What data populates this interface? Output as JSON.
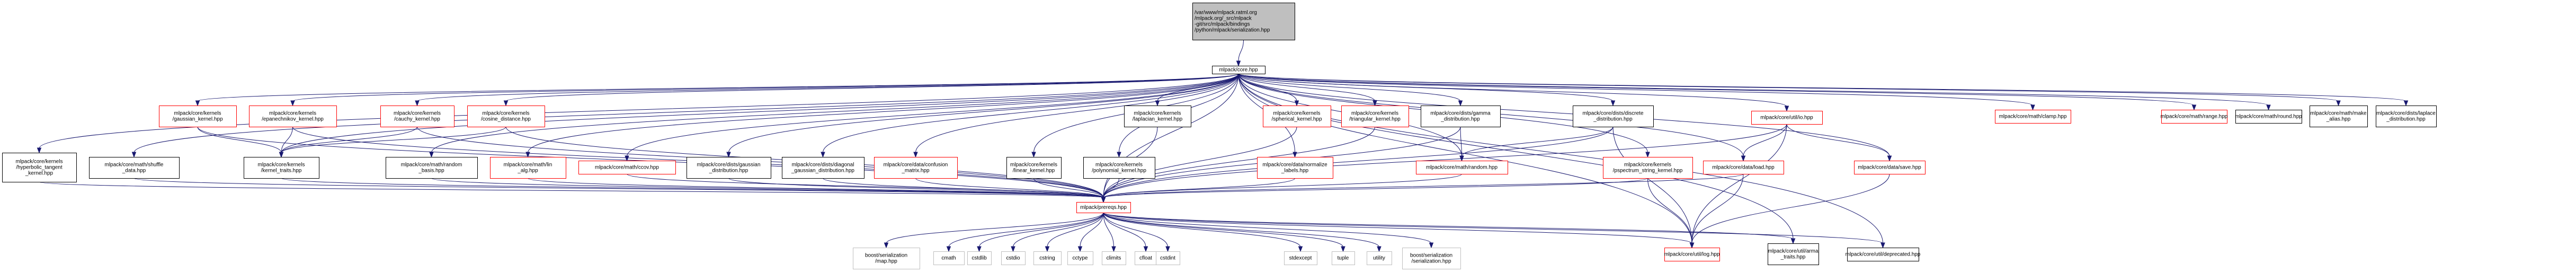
{
  "title": "Include dependency graph for serialization.hpp",
  "colors": {
    "edge": "#191970",
    "root_fill": "#bfbfbf",
    "node_border_normal": "#000000",
    "node_border_truncated": "#ff0000",
    "node_border_external": "#bfbfbf",
    "node_fill": "#ffffff"
  },
  "legend_styles": {
    "root": "root file (gray fill)",
    "normal": "documented header (black border)",
    "truncated": "header with hidden dependencies (red border)",
    "external": "external / system header (gray border)"
  },
  "nodes": [
    {
      "id": "root",
      "style": "root",
      "lines": [
        "/var/www/mlpack.ratml.org",
        "/mlpack.org/_src/mlpack",
        "-git/src/mlpack/bindings",
        "/python/mlpack/serialization.hpp"
      ]
    },
    {
      "id": "core",
      "style": "normal",
      "lines": [
        "mlpack/core.hpp"
      ]
    },
    {
      "id": "gaussian_kernel",
      "style": "truncated",
      "lines": [
        "mlpack/core/kernels",
        "/gaussian_kernel.hpp"
      ]
    },
    {
      "id": "epanechnikov_kernel",
      "style": "truncated",
      "lines": [
        "mlpack/core/kernels",
        "/epanechnikov_kernel.hpp"
      ]
    },
    {
      "id": "cauchy_kernel",
      "style": "truncated",
      "lines": [
        "mlpack/core/kernels",
        "/cauchy_kernel.hpp"
      ]
    },
    {
      "id": "cosine_distance",
      "style": "truncated",
      "lines": [
        "mlpack/core/kernels",
        "/cosine_distance.hpp"
      ]
    },
    {
      "id": "laplacian_kernel",
      "style": "normal",
      "lines": [
        "mlpack/core/kernels",
        "/laplacian_kernel.hpp"
      ]
    },
    {
      "id": "spherical_kernel",
      "style": "truncated",
      "lines": [
        "mlpack/core/kernels",
        "/spherical_kernel.hpp"
      ]
    },
    {
      "id": "triangular_kernel",
      "style": "truncated",
      "lines": [
        "mlpack/core/kernels",
        "/triangular_kernel.hpp"
      ]
    },
    {
      "id": "gamma_distribution",
      "style": "normal",
      "lines": [
        "mlpack/core/dists/gamma",
        "_distribution.hpp"
      ]
    },
    {
      "id": "discrete_distribution",
      "style": "normal",
      "lines": [
        "mlpack/core/dists/discrete",
        "_distribution.hpp"
      ]
    },
    {
      "id": "io",
      "style": "truncated",
      "lines": [
        "mlpack/core/util/io.hpp"
      ]
    },
    {
      "id": "clamp",
      "style": "truncated",
      "lines": [
        "mlpack/core/math/clamp.hpp"
      ]
    },
    {
      "id": "range",
      "style": "truncated",
      "lines": [
        "mlpack/core/math/range.hpp"
      ]
    },
    {
      "id": "round",
      "style": "normal",
      "lines": [
        "mlpack/core/math/round.hpp"
      ]
    },
    {
      "id": "make_alias",
      "style": "normal",
      "lines": [
        "mlpack/core/math/make",
        "_alias.hpp"
      ]
    },
    {
      "id": "laplace_distribution",
      "style": "normal",
      "lines": [
        "mlpack/core/dists/laplace",
        "_distribution.hpp"
      ]
    },
    {
      "id": "hyperbolic_tangent",
      "style": "normal",
      "lines": [
        "mlpack/core/kernels",
        "/hyperbolic_tangent",
        "_kernel.hpp"
      ]
    },
    {
      "id": "shuffle_data",
      "style": "normal",
      "lines": [
        "mlpack/core/math/shuffle",
        "_data.hpp"
      ]
    },
    {
      "id": "kernel_traits",
      "style": "normal",
      "lines": [
        "mlpack/core/kernels",
        "/kernel_traits.hpp"
      ]
    },
    {
      "id": "random_basis",
      "style": "normal",
      "lines": [
        "mlpack/core/math/random",
        "_basis.hpp"
      ]
    },
    {
      "id": "lin_alg",
      "style": "truncated",
      "lines": [
        "mlpack/core/math/lin",
        "_alg.hpp"
      ]
    },
    {
      "id": "ccov",
      "style": "truncated",
      "lines": [
        "mlpack/core/math/ccov.hpp"
      ]
    },
    {
      "id": "gaussian_distribution",
      "style": "normal",
      "lines": [
        "mlpack/core/dists/gaussian",
        "_distribution.hpp"
      ]
    },
    {
      "id": "diagonal_gaussian",
      "style": "normal",
      "lines": [
        "mlpack/core/dists/diagonal",
        "_gaussian_distribution.hpp"
      ]
    },
    {
      "id": "confusion_matrix",
      "style": "truncated",
      "lines": [
        "mlpack/core/data/confusion",
        "_matrix.hpp"
      ]
    },
    {
      "id": "linear_kernel",
      "style": "normal",
      "lines": [
        "mlpack/core/kernels",
        "/linear_kernel.hpp"
      ]
    },
    {
      "id": "polynomial_kernel",
      "style": "normal",
      "lines": [
        "mlpack/core/kernels",
        "/polynomial_kernel.hpp"
      ]
    },
    {
      "id": "normalize_labels",
      "style": "truncated",
      "lines": [
        "mlpack/core/data/normalize",
        "_labels.hpp"
      ]
    },
    {
      "id": "random",
      "style": "truncated",
      "lines": [
        "mlpack/core/math/random.hpp"
      ]
    },
    {
      "id": "pspectrum",
      "style": "truncated",
      "lines": [
        "mlpack/core/kernels",
        "/pspectrum_string_kernel.hpp"
      ]
    },
    {
      "id": "load",
      "style": "truncated",
      "lines": [
        "mlpack/core/data/load.hpp"
      ]
    },
    {
      "id": "save",
      "style": "truncated",
      "lines": [
        "mlpack/core/data/save.hpp"
      ]
    },
    {
      "id": "prereqs",
      "style": "truncated",
      "lines": [
        "mlpack/prereqs.hpp"
      ]
    },
    {
      "id": "boost_map",
      "style": "external",
      "lines": [
        "boost/serialization",
        "/map.hpp"
      ]
    },
    {
      "id": "cmath",
      "style": "external",
      "lines": [
        "cmath"
      ]
    },
    {
      "id": "cstdlib",
      "style": "external",
      "lines": [
        "cstdlib"
      ]
    },
    {
      "id": "cstdio",
      "style": "external",
      "lines": [
        "cstdio"
      ]
    },
    {
      "id": "cstring",
      "style": "external",
      "lines": [
        "cstring"
      ]
    },
    {
      "id": "cctype",
      "style": "external",
      "lines": [
        "cctype"
      ]
    },
    {
      "id": "climits",
      "style": "external",
      "lines": [
        "climits"
      ]
    },
    {
      "id": "cfloat",
      "style": "external",
      "lines": [
        "cfloat"
      ]
    },
    {
      "id": "cstdint",
      "style": "external",
      "lines": [
        "cstdint"
      ]
    },
    {
      "id": "stdexcept",
      "style": "external",
      "lines": [
        "stdexcept"
      ]
    },
    {
      "id": "tuple",
      "style": "external",
      "lines": [
        "tuple"
      ]
    },
    {
      "id": "utility",
      "style": "external",
      "lines": [
        "utility"
      ]
    },
    {
      "id": "boost_serialization",
      "style": "external",
      "lines": [
        "boost/serialization",
        "/serialization.hpp"
      ]
    },
    {
      "id": "log",
      "style": "truncated",
      "lines": [
        "mlpack/core/util/log.hpp"
      ]
    },
    {
      "id": "arma_traits",
      "style": "normal",
      "lines": [
        "mlpack/core/util/arma",
        "_traits.hpp"
      ]
    },
    {
      "id": "deprecated",
      "style": "normal",
      "lines": [
        "mlpack/core/util/deprecated.hpp"
      ]
    }
  ],
  "edges": [
    [
      "root",
      "core"
    ],
    [
      "core",
      "gaussian_kernel"
    ],
    [
      "core",
      "epanechnikov_kernel"
    ],
    [
      "core",
      "cauchy_kernel"
    ],
    [
      "core",
      "cosine_distance"
    ],
    [
      "core",
      "laplacian_kernel"
    ],
    [
      "core",
      "spherical_kernel"
    ],
    [
      "core",
      "triangular_kernel"
    ],
    [
      "core",
      "gamma_distribution"
    ],
    [
      "core",
      "discrete_distribution"
    ],
    [
      "core",
      "io"
    ],
    [
      "core",
      "clamp"
    ],
    [
      "core",
      "range"
    ],
    [
      "core",
      "round"
    ],
    [
      "core",
      "make_alias"
    ],
    [
      "core",
      "laplace_distribution"
    ],
    [
      "core",
      "hyperbolic_tangent"
    ],
    [
      "core",
      "shuffle_data"
    ],
    [
      "core",
      "kernel_traits"
    ],
    [
      "core",
      "random_basis"
    ],
    [
      "core",
      "lin_alg"
    ],
    [
      "core",
      "ccov"
    ],
    [
      "core",
      "gaussian_distribution"
    ],
    [
      "core",
      "diagonal_gaussian"
    ],
    [
      "core",
      "confusion_matrix"
    ],
    [
      "core",
      "linear_kernel"
    ],
    [
      "core",
      "polynomial_kernel"
    ],
    [
      "core",
      "normalize_labels"
    ],
    [
      "core",
      "random"
    ],
    [
      "core",
      "pspectrum"
    ],
    [
      "core",
      "load"
    ],
    [
      "core",
      "save"
    ],
    [
      "core",
      "prereqs"
    ],
    [
      "core",
      "log"
    ],
    [
      "core",
      "arma_traits"
    ],
    [
      "core",
      "deprecated"
    ],
    [
      "gaussian_kernel",
      "kernel_traits"
    ],
    [
      "gaussian_kernel",
      "prereqs"
    ],
    [
      "epanechnikov_kernel",
      "kernel_traits"
    ],
    [
      "epanechnikov_kernel",
      "prereqs"
    ],
    [
      "cauchy_kernel",
      "kernel_traits"
    ],
    [
      "cauchy_kernel",
      "prereqs"
    ],
    [
      "cosine_distance",
      "kernel_traits"
    ],
    [
      "cosine_distance",
      "prereqs"
    ],
    [
      "hyperbolic_tangent",
      "prereqs"
    ],
    [
      "shuffle_data",
      "prereqs"
    ],
    [
      "kernel_traits",
      "prereqs"
    ],
    [
      "random_basis",
      "prereqs"
    ],
    [
      "lin_alg",
      "prereqs"
    ],
    [
      "ccov",
      "prereqs"
    ],
    [
      "gaussian_distribution",
      "prereqs"
    ],
    [
      "diagonal_gaussian",
      "prereqs"
    ],
    [
      "confusion_matrix",
      "prereqs"
    ],
    [
      "linear_kernel",
      "prereqs"
    ],
    [
      "polynomial_kernel",
      "prereqs"
    ],
    [
      "laplacian_kernel",
      "prereqs"
    ],
    [
      "spherical_kernel",
      "prereqs"
    ],
    [
      "triangular_kernel",
      "prereqs"
    ],
    [
      "normalize_labels",
      "prereqs"
    ],
    [
      "gamma_distribution",
      "prereqs"
    ],
    [
      "gamma_distribution",
      "random"
    ],
    [
      "discrete_distribution",
      "prereqs"
    ],
    [
      "discrete_distribution",
      "random"
    ],
    [
      "discrete_distribution",
      "log"
    ],
    [
      "random",
      "prereqs"
    ],
    [
      "pspectrum",
      "prereqs"
    ],
    [
      "pspectrum",
      "log"
    ],
    [
      "io",
      "load"
    ],
    [
      "io",
      "save"
    ],
    [
      "io",
      "prereqs"
    ],
    [
      "io",
      "log"
    ],
    [
      "load",
      "prereqs"
    ],
    [
      "load",
      "log"
    ],
    [
      "save",
      "log"
    ],
    [
      "prereqs",
      "boost_map"
    ],
    [
      "prereqs",
      "cmath"
    ],
    [
      "prereqs",
      "cstdlib"
    ],
    [
      "prereqs",
      "cstdio"
    ],
    [
      "prereqs",
      "cstring"
    ],
    [
      "prereqs",
      "cctype"
    ],
    [
      "prereqs",
      "climits"
    ],
    [
      "prereqs",
      "cfloat"
    ],
    [
      "prereqs",
      "cstdint"
    ],
    [
      "prereqs",
      "stdexcept"
    ],
    [
      "prereqs",
      "tuple"
    ],
    [
      "prereqs",
      "utility"
    ],
    [
      "prereqs",
      "boost_serialization"
    ],
    [
      "prereqs",
      "log"
    ],
    [
      "prereqs",
      "arma_traits"
    ],
    [
      "prereqs",
      "deprecated"
    ]
  ]
}
